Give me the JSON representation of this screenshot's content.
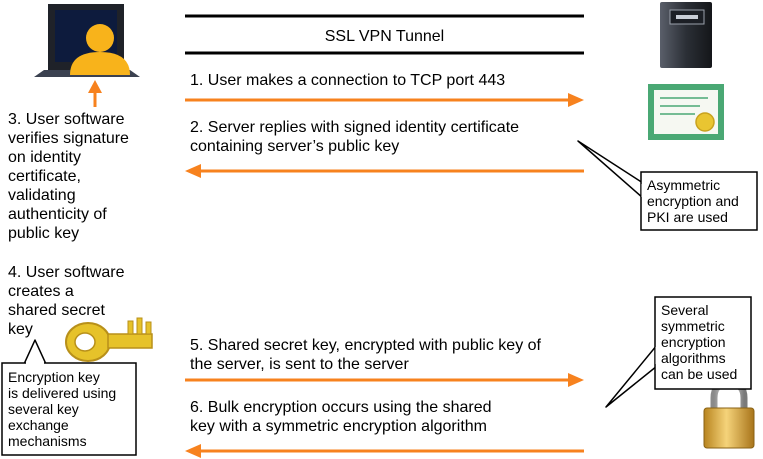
{
  "tunnel": {
    "title": "SSL VPN Tunnel"
  },
  "steps": {
    "step1": "1. User makes a connection to TCP port 443",
    "step2": "2. Server replies with signed identity certificate\ncontaining server’s public key",
    "step3": "3. User software\nverifies signature\non identity\ncertificate,\nvalidating\nauthenticity of\npublic key",
    "step4": "4. User software\ncreates a\nshared secret\nkey",
    "step5": "5. Shared secret key, encrypted with public key of\nthe server, is sent to the server",
    "step6": "6. Bulk encryption occurs using the shared\nkey with a symmetric encryption algorithm"
  },
  "callouts": {
    "asymmetric": "Asymmetric\nencryption and\nPKI are used",
    "symmetric": "Several\nsymmetric\nencryption\nalgorithms\ncan be used",
    "key_exchange": "Encryption key\nis delivered using\nseveral key\nexchange\nmechanisms"
  },
  "colors": {
    "arrow": "#f7821e",
    "laptop_user": "#f8b31b",
    "key": "#e6c22a",
    "lock": "#d9a63a",
    "certificate": "#4aa874"
  },
  "icons": {
    "laptop": "laptop-user-icon",
    "server": "server-icon",
    "certificate": "certificate-icon",
    "key": "key-icon",
    "lock": "padlock-icon"
  }
}
